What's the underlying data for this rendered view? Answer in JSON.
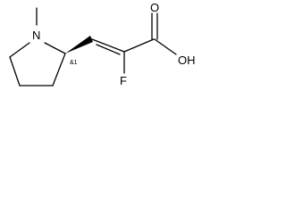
{
  "molecule": {
    "atoms": {
      "nitrogen": "N",
      "oxygen_carbonyl": "O",
      "hydroxyl": "OH",
      "fluorine": "F"
    },
    "stereo_flag": "&1",
    "colors": {
      "line": "#000000",
      "background": "#ffffff"
    }
  }
}
